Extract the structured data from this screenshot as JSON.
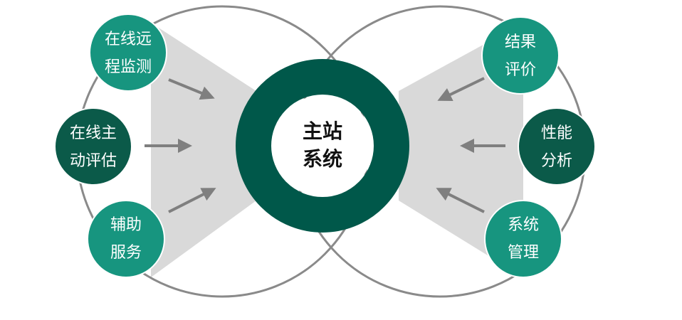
{
  "center": {
    "line1": "主站",
    "line2": "系统"
  },
  "left_nodes": [
    {
      "line1": "在线远",
      "line2": "程监测"
    },
    {
      "line1": "在线主",
      "line2": "动评估"
    },
    {
      "line1": "辅助",
      "line2": "服务"
    }
  ],
  "right_nodes": [
    {
      "line1": "结果",
      "line2": "评价"
    },
    {
      "line1": "性能",
      "line2": "分析"
    },
    {
      "line1": "系统",
      "line2": "管理"
    }
  ],
  "colors": {
    "teal": "#17957f",
    "dark_teal": "#0b5a49",
    "ring": "#00584a",
    "circle_outline": "#8a8a8a",
    "wedge": "#d9d9d9",
    "arrow": "#7f7f7f"
  }
}
